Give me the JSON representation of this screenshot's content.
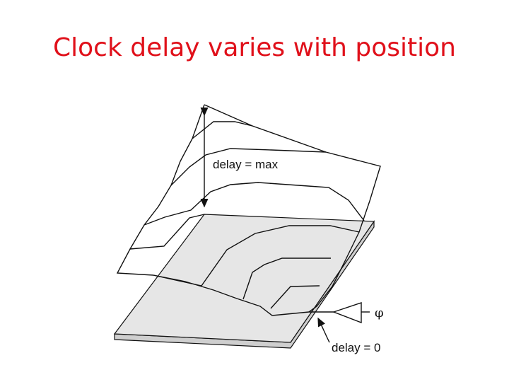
{
  "slide": {
    "title": "Clock delay varies with position"
  },
  "diagram": {
    "max_label": "delay = max",
    "zero_label": "delay = 0",
    "clock_symbol": "φ",
    "colors": {
      "title": "#e0101a",
      "plane_fill": "#e6e6e6",
      "line": "#111111"
    }
  }
}
